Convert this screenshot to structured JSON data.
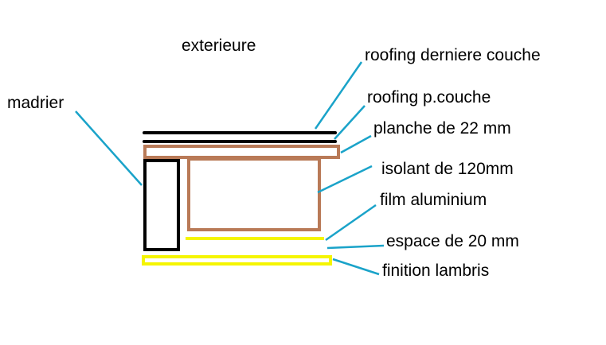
{
  "colors": {
    "background": "#ffffff",
    "text": "#000000",
    "leader_line": "#1aa3c9",
    "roofing": "#000000",
    "wood": "#b97a57",
    "madrier_outline": "#000000",
    "aluminium_film": "#f5f500",
    "lambris": "#f5f500"
  },
  "labels": {
    "exterior": "exterieure",
    "madrier": "madrier",
    "roofing_top": "roofing derniere couche",
    "roofing_first": "roofing p.couche",
    "planche": "planche de 22 mm",
    "isolant": "isolant de 120mm",
    "film": "film aluminium",
    "espace": "espace de 20 mm",
    "finition": "finition lambris"
  }
}
